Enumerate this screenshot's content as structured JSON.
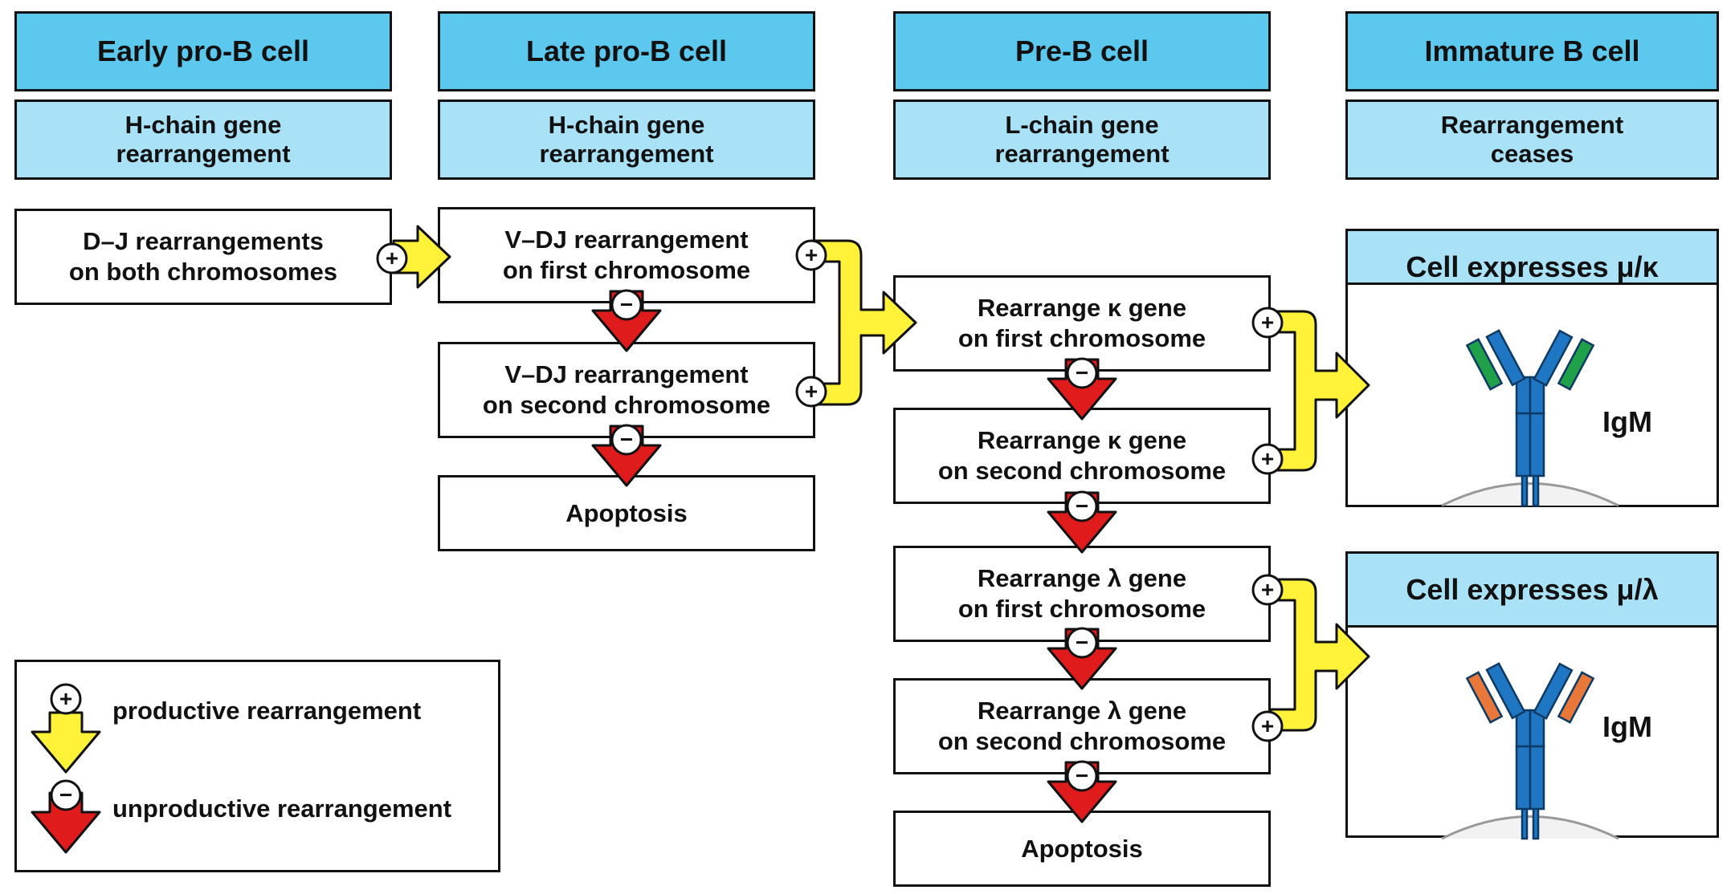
{
  "stages": [
    {
      "title": "Early pro-B cell",
      "process": "H-chain gene\nrearrangement"
    },
    {
      "title": "Late pro-B cell",
      "process": "H-chain gene\nrearrangement"
    },
    {
      "title": "Pre-B cell",
      "process": "L-chain gene\nrearrangement"
    },
    {
      "title": "Immature B cell",
      "process": "Rearrangement\nceases"
    }
  ],
  "boxes": {
    "dj": "D–J rearrangements\non both chromosomes",
    "vdj_first": "V–DJ rearrangement\non first chromosome",
    "vdj_second": "V–DJ rearrangement\non second chromosome",
    "apoptosis_h": "Apoptosis",
    "kappa_first": "Rearrange κ gene\non first chromosome",
    "kappa_second": "Rearrange κ gene\non second chromosome",
    "lambda_first": "Rearrange λ gene\non first chromosome",
    "lambda_second": "Rearrange λ gene\non second chromosome",
    "apoptosis_l": "Apoptosis"
  },
  "outcomes": {
    "kappa_title": "Cell expresses μ/κ",
    "lambda_title": "Cell expresses μ/λ",
    "antibody_label": "IgM"
  },
  "legend": {
    "productive": "productive rearrangement",
    "unproductive": "unproductive rearrangement"
  },
  "symbols": {
    "plus": "+",
    "minus": "−"
  },
  "colors": {
    "header_dark": "#5cc8ee",
    "header_light": "#a9e1f6",
    "productive_arrow": "#fff238",
    "unproductive_arrow": "#e01b1b",
    "heavy_chain": "#1f77c4",
    "kappa_light_chain": "#21a04a",
    "lambda_light_chain": "#e8773a"
  }
}
